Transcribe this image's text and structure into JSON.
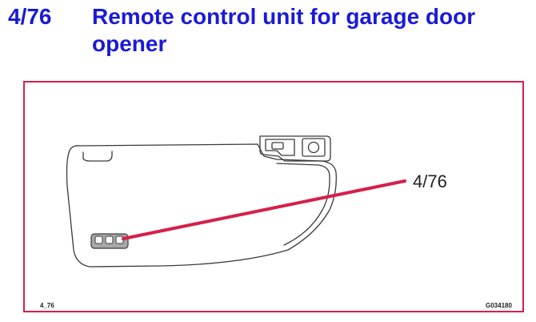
{
  "section": {
    "number": "4/76",
    "title": "Remote control unit for garage door opener"
  },
  "figure": {
    "callout_label": "4/76",
    "footer_left": "4_76",
    "footer_right": "G034180",
    "frame_color": "#d4204a",
    "callout_line_color": "#d4204a",
    "heading_color": "#1a1ad6"
  }
}
